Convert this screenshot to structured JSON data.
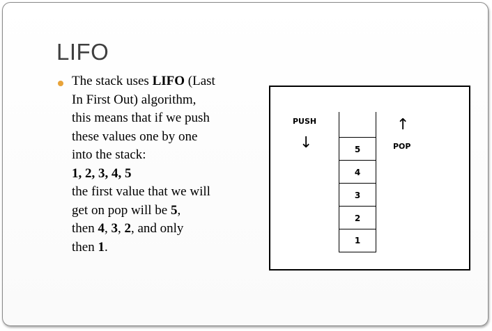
{
  "slide": {
    "title": "LIFO",
    "bullet": {
      "lines": [
        [
          {
            "t": "The stack uses "
          },
          {
            "t": "LIFO",
            "b": true
          },
          {
            "t": " (Last"
          }
        ],
        [
          {
            "t": "In First Out) algorithm,"
          }
        ],
        [
          {
            "t": "this means that if we push"
          }
        ],
        [
          {
            "t": "these values one by one"
          }
        ],
        [
          {
            "t": "into the stack:"
          }
        ],
        [
          {
            "t": "1, 2, 3, 4, 5",
            "b": true
          }
        ],
        [
          {
            "t": "the first value that we will"
          }
        ],
        [
          {
            "t": "get on pop will be "
          },
          {
            "t": "5",
            "b": true
          },
          {
            "t": ","
          }
        ],
        [
          {
            "t": "then "
          },
          {
            "t": "4",
            "b": true
          },
          {
            "t": ", "
          },
          {
            "t": "3",
            "b": true
          },
          {
            "t": ", "
          },
          {
            "t": "2",
            "b": true
          },
          {
            "t": ", and only"
          }
        ],
        [
          {
            "t": "then "
          },
          {
            "t": "1",
            "b": true
          },
          {
            "t": "."
          }
        ]
      ]
    }
  },
  "diagram": {
    "push_label": "PUSH",
    "pop_label": "POP",
    "push_arrow": "↓",
    "pop_arrow": "↑",
    "stack_values": [
      "5",
      "4",
      "3",
      "2",
      "1"
    ]
  },
  "colors": {
    "bullet": "#e8a33a",
    "title": "#3f3f3f"
  }
}
